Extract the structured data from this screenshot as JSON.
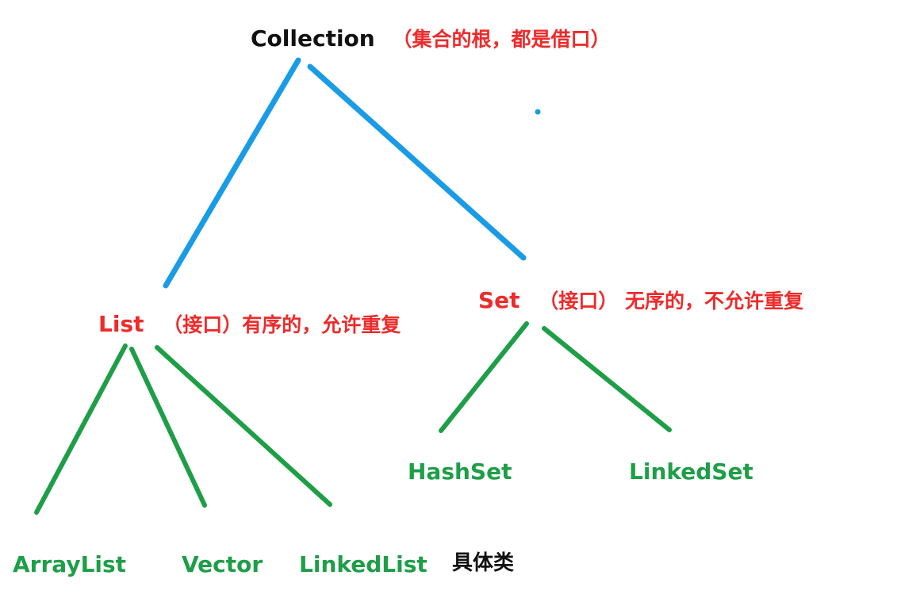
{
  "colors": {
    "root_text": "#111111",
    "interface_text": "#ee2b2b",
    "class_text": "#1e9e47",
    "root_edge": "#1a9be6",
    "child_edge": "#1e9e47"
  },
  "root": {
    "name": "Collection",
    "note": "（集合的根，都是借口）"
  },
  "list": {
    "name": "List",
    "note": "（接口）有序的，允许重复"
  },
  "set": {
    "name": "Set",
    "note": "（接口） 无序的，不允许重复"
  },
  "list_children": [
    "ArrayList",
    "Vector",
    "LinkedList"
  ],
  "list_children_note": "具体类",
  "set_children": [
    "HashSet",
    "LinkedSet"
  ]
}
